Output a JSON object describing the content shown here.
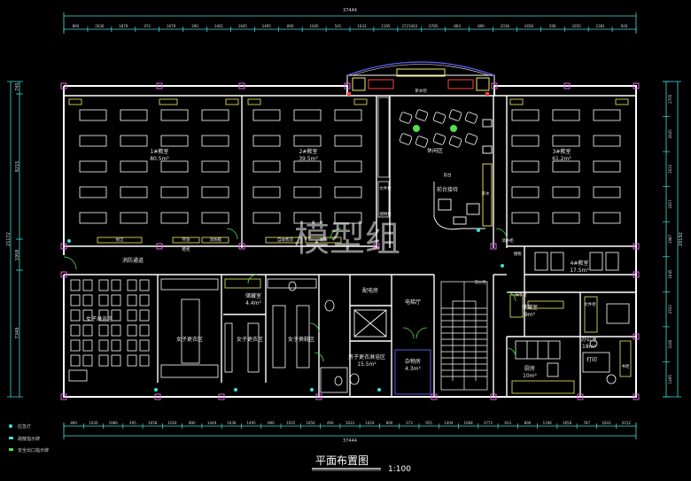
{
  "drawing": {
    "title": "平面布置图",
    "scale": "1:100",
    "watermark": "模型组",
    "total_width": "37444",
    "total_height": "21172",
    "right_total": "20192"
  },
  "top_dims": [
    "890",
    "2036",
    "1879",
    "472",
    "1679",
    "290",
    "1461",
    "1645",
    "1495",
    "890",
    "1645",
    "541",
    "1633",
    "2195",
    "3721063",
    "6785",
    "863",
    "890",
    "2036",
    "1658",
    "506",
    "1655",
    "2381",
    "920"
  ],
  "bottom_dims": [
    "890",
    "1030",
    "1986",
    "495",
    "1658",
    "1024",
    "890",
    "1449",
    "1636",
    "1495",
    "890",
    "1035",
    "1656",
    "490",
    "1633",
    "1024",
    "890",
    "373",
    "955",
    "1404",
    "1668",
    "3772",
    "933",
    "890",
    "1196",
    "1658",
    "787",
    "1643",
    "2012"
  ],
  "left_dims": [
    "745",
    "9215",
    "1958",
    "7349"
  ],
  "right_dims": [
    "2705",
    "2645",
    "1633",
    "2457",
    "1987",
    "1645",
    "2533",
    "3166",
    "1495"
  ],
  "rooms": {
    "class1": "1#教室",
    "class1_area": "80.5m²",
    "class2": "2#教室",
    "class2_area": "39.5m²",
    "class3": "3#教室",
    "class3_area": "61.2m²",
    "class4": "4#教室",
    "class4_area": "17.5m²",
    "lounge": "休闲区",
    "reception": "前台接待",
    "fire_passage": "消防通道",
    "women_shower": "女子淋浴区",
    "women_change1": "女子更衣区",
    "women_change2": "女子更衣区",
    "women_shoes": "女子换鞋区",
    "storage1": "储藏室",
    "storage1_area": "4.4m²",
    "distribution": "配电房",
    "elevator": "电梯厅",
    "men_change": "男子更衣淋浴区",
    "men_change_area": "15.5m²",
    "janitor": "杂物房",
    "janitor_area": "4.3m²",
    "storage2": "储藏室",
    "storage2_area": "9m²",
    "office": "办公室",
    "office_area": "18m²",
    "kitchen": "厨房",
    "kitchen_area": "10m²",
    "print": "打印",
    "small1": "茶水吧",
    "small2": "前台",
    "small3": "文件柜",
    "small4": "储物柜",
    "small5": "茶水",
    "small6": "保洁",
    "small7": "存放",
    "small8": "鞋柜",
    "small9": "消防箱",
    "small10": "自助售货",
    "small11": "收纳",
    "small12": "消防柜",
    "small13": "储物",
    "small14": "洗手台",
    "small15": "文件柜",
    "small16": "书柜",
    "small17": "消火栓"
  },
  "legend": [
    "应急灯",
    "疏散指示牌",
    "安全出口指示牌"
  ],
  "colors": {
    "wall": "#ffffff",
    "dim": "#3fe0e0",
    "furniture": "#f0f060",
    "door": "#50e050",
    "column": "#e060e0",
    "accent": "#ff4040",
    "blue": "#6060ff"
  }
}
